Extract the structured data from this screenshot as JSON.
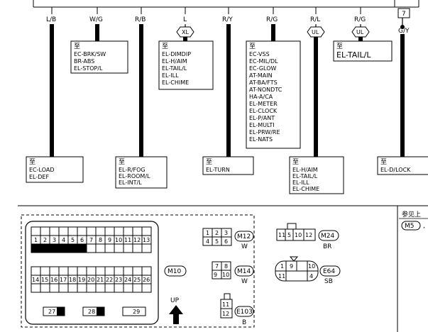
{
  "wires": [
    {
      "code": "L/B"
    },
    {
      "code": "W/G"
    },
    {
      "code": "R/B"
    },
    {
      "code": "L"
    },
    {
      "code": "R/Y"
    },
    {
      "code": "R/G"
    },
    {
      "code": "R/L"
    },
    {
      "code": "R/G"
    },
    {
      "code": "G/Y"
    }
  ],
  "top_connector_pin": "7",
  "diamonds": [
    "XL",
    "UL",
    "UL"
  ],
  "to_mark": "至",
  "boxes": {
    "b1": [
      "EC-BRK/SW",
      "BR-ABS",
      "EL-STOP/L"
    ],
    "b2": [
      "EL-DIMDIP",
      "EL-H/AIM",
      "EL-TAIL/L",
      "EL-ILL",
      "EL-CHIME"
    ],
    "b3": [
      "EC-VSS",
      "EC-MIL/DL",
      "EC-GLOW",
      "AT-MAIN",
      "AT-BA/FTS",
      "AT-NONDTC",
      "HA-A/CA",
      "EL-METER",
      "EL-CLOCK",
      "EL-P/ANT",
      "EL-MULTI",
      "EL-PRW/RE",
      "EL-NATS"
    ],
    "b4": [
      "EL-TAIL/L"
    ],
    "b5": [
      "EC-LOAD",
      "EL-DEF"
    ],
    "b6": [
      "EL-R/FOG",
      "EL-ROOM/L",
      "EL-INT/L"
    ],
    "b7": [
      "EL-TURN"
    ],
    "b8": [
      "EL-H/AIM",
      "EL-TAIL/L",
      "EL-ILL",
      "EL-CHIME"
    ],
    "b9": [
      "EL-D/LOCK"
    ]
  },
  "legend": {
    "ref_text": "参见上",
    "connector": "M5"
  },
  "m10": {
    "name": "M10",
    "row1": [
      "1",
      "2",
      "3",
      "4",
      "5",
      "6",
      "7",
      "8",
      "9",
      "10",
      "11",
      "12",
      "13"
    ],
    "row1_filled_count": 6,
    "row2": [
      "14",
      "15",
      "16",
      "17",
      "18",
      "19",
      "20",
      "21",
      "22",
      "23",
      "24",
      "25",
      "26"
    ],
    "row3": [
      "27",
      "28",
      "29"
    ],
    "up_label": "UP"
  },
  "m12": {
    "name": "M12",
    "color": "W",
    "pins": [
      "1",
      "2",
      "3",
      "4",
      "5",
      "6"
    ]
  },
  "m14": {
    "name": "M14",
    "color": "W",
    "pins": [
      "7",
      "8",
      "9",
      "10"
    ]
  },
  "e103": {
    "name": "E103",
    "color": "B",
    "pins": [
      "11",
      "12"
    ]
  },
  "m24": {
    "name": "M24",
    "color": "BR",
    "pins": [
      "11",
      "5",
      "10",
      "12"
    ]
  },
  "e64": {
    "name": "E64",
    "color": "SB",
    "pins": [
      "1",
      "9",
      "10",
      "11",
      "4"
    ]
  }
}
